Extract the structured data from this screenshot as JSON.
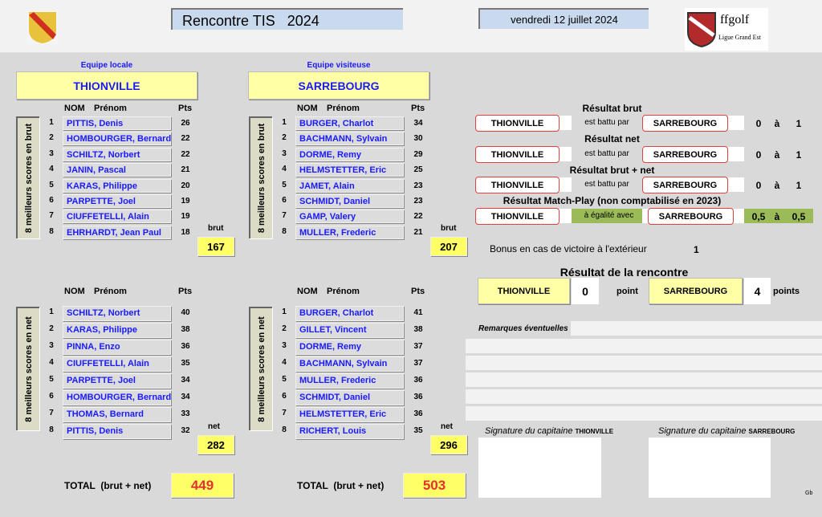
{
  "header": {
    "title": "Rencontre TIS   2024",
    "date": "vendredi 12 juillet 2024",
    "logo_text": "ffgolf",
    "logo_sub": "Ligue Grand Est"
  },
  "teams": {
    "home_label": "Equipe locale",
    "away_label": "Equipe visiteuse",
    "home": "THIONVILLE",
    "away": "SARREBOURG"
  },
  "columns": {
    "nom": "NOM",
    "prenom": "Prénom",
    "pts": "Pts"
  },
  "brut": {
    "side_label": "8 meilleurs scores en brut",
    "total_label": "brut",
    "home": {
      "total": "167",
      "players": [
        {
          "rank": "1",
          "name": "PITTIS, Denis",
          "pts": "26"
        },
        {
          "rank": "2",
          "name": "HOMBOURGER, Bernard",
          "pts": "22"
        },
        {
          "rank": "3",
          "name": "SCHILTZ, Norbert",
          "pts": "22"
        },
        {
          "rank": "4",
          "name": "JANIN, Pascal",
          "pts": "21"
        },
        {
          "rank": "5",
          "name": "KARAS, Philippe",
          "pts": "20"
        },
        {
          "rank": "6",
          "name": "PARPETTE, Joel",
          "pts": "19"
        },
        {
          "rank": "7",
          "name": "CIUFFETELLI, Alain",
          "pts": "19"
        },
        {
          "rank": "8",
          "name": "EHRHARDT, Jean Paul",
          "pts": "18"
        }
      ]
    },
    "away": {
      "total": "207",
      "players": [
        {
          "rank": "1",
          "name": "BURGER, Charlot",
          "pts": "34"
        },
        {
          "rank": "2",
          "name": "BACHMANN, Sylvain",
          "pts": "30"
        },
        {
          "rank": "3",
          "name": "DORME, Remy",
          "pts": "29"
        },
        {
          "rank": "4",
          "name": "HELMSTETTER, Eric",
          "pts": "25"
        },
        {
          "rank": "5",
          "name": "JAMET, Alain",
          "pts": "23"
        },
        {
          "rank": "6",
          "name": "SCHMIDT, Daniel",
          "pts": "23"
        },
        {
          "rank": "7",
          "name": "GAMP, Valery",
          "pts": "22"
        },
        {
          "rank": "8",
          "name": "MULLER, Frederic",
          "pts": "21"
        }
      ]
    }
  },
  "net": {
    "side_label": "8 meilleurs scores en net",
    "total_label": "net",
    "home": {
      "total": "282",
      "players": [
        {
          "rank": "1",
          "name": "SCHILTZ, Norbert",
          "pts": "40"
        },
        {
          "rank": "2",
          "name": "KARAS, Philippe",
          "pts": "38"
        },
        {
          "rank": "3",
          "name": "PINNA, Enzo",
          "pts": "36"
        },
        {
          "rank": "4",
          "name": "CIUFFETELLI, Alain",
          "pts": "35"
        },
        {
          "rank": "5",
          "name": "PARPETTE, Joel",
          "pts": "34"
        },
        {
          "rank": "6",
          "name": "HOMBOURGER, Bernard",
          "pts": "34"
        },
        {
          "rank": "7",
          "name": "THOMAS, Bernard",
          "pts": "33"
        },
        {
          "rank": "8",
          "name": "PITTIS, Denis",
          "pts": "32"
        }
      ]
    },
    "away": {
      "total": "296",
      "players": [
        {
          "rank": "1",
          "name": "BURGER, Charlot",
          "pts": "41"
        },
        {
          "rank": "2",
          "name": "GILLET, Vincent",
          "pts": "38"
        },
        {
          "rank": "3",
          "name": "DORME, Remy",
          "pts": "37"
        },
        {
          "rank": "4",
          "name": "BACHMANN, Sylvain",
          "pts": "37"
        },
        {
          "rank": "5",
          "name": "MULLER, Frederic",
          "pts": "36"
        },
        {
          "rank": "6",
          "name": "SCHMIDT, Daniel",
          "pts": "36"
        },
        {
          "rank": "7",
          "name": "HELMSTETTER, Eric",
          "pts": "36"
        },
        {
          "rank": "8",
          "name": "RICHERT, Louis",
          "pts": "35"
        }
      ]
    }
  },
  "totals": {
    "label": "TOTAL  (brut + net)",
    "home": "449",
    "away": "503"
  },
  "results": [
    {
      "title": "Résultat brut",
      "home": "THIONVILLE",
      "verb": "est battu par",
      "away": "SARREBOURG",
      "home_score": "0",
      "sep": "à",
      "away_score": "1"
    },
    {
      "title": "Résultat net",
      "home": "THIONVILLE",
      "verb": "est battu par",
      "away": "SARREBOURG",
      "home_score": "0",
      "sep": "à",
      "away_score": "1"
    },
    {
      "title": "Résultat brut + net",
      "home": "THIONVILLE",
      "verb": "est battu par",
      "away": "SARREBOURG",
      "home_score": "0",
      "sep": "à",
      "away_score": "1"
    },
    {
      "title": "Résultat Match-Play (non comptabilisé en 2023)",
      "home": "THIONVILLE",
      "verb": "à égalité avec",
      "away": "SARREBOURG",
      "home_score": "0,5",
      "sep": "à",
      "away_score": "0,5"
    }
  ],
  "bonus": {
    "label": "Bonus en cas de victoire à l'extérieur",
    "value": "1"
  },
  "final": {
    "title": "Résultat de la rencontre",
    "home": "THIONVILLE",
    "home_points": "0",
    "home_unit": "point",
    "away": "SARREBOURG",
    "away_points": "4",
    "away_unit": "points"
  },
  "remarks": {
    "label": "Remarques éventuelles"
  },
  "signatures": {
    "label": "Signature du capitaine",
    "home": "THIONVILLE",
    "away": "SARREBOURG"
  },
  "footer": {
    "initials": "Gb"
  },
  "colors": {
    "name_blue": "#1a1aff",
    "yellow": "#ffff66",
    "green": "#9bbb59",
    "red_total": "#e53030"
  }
}
